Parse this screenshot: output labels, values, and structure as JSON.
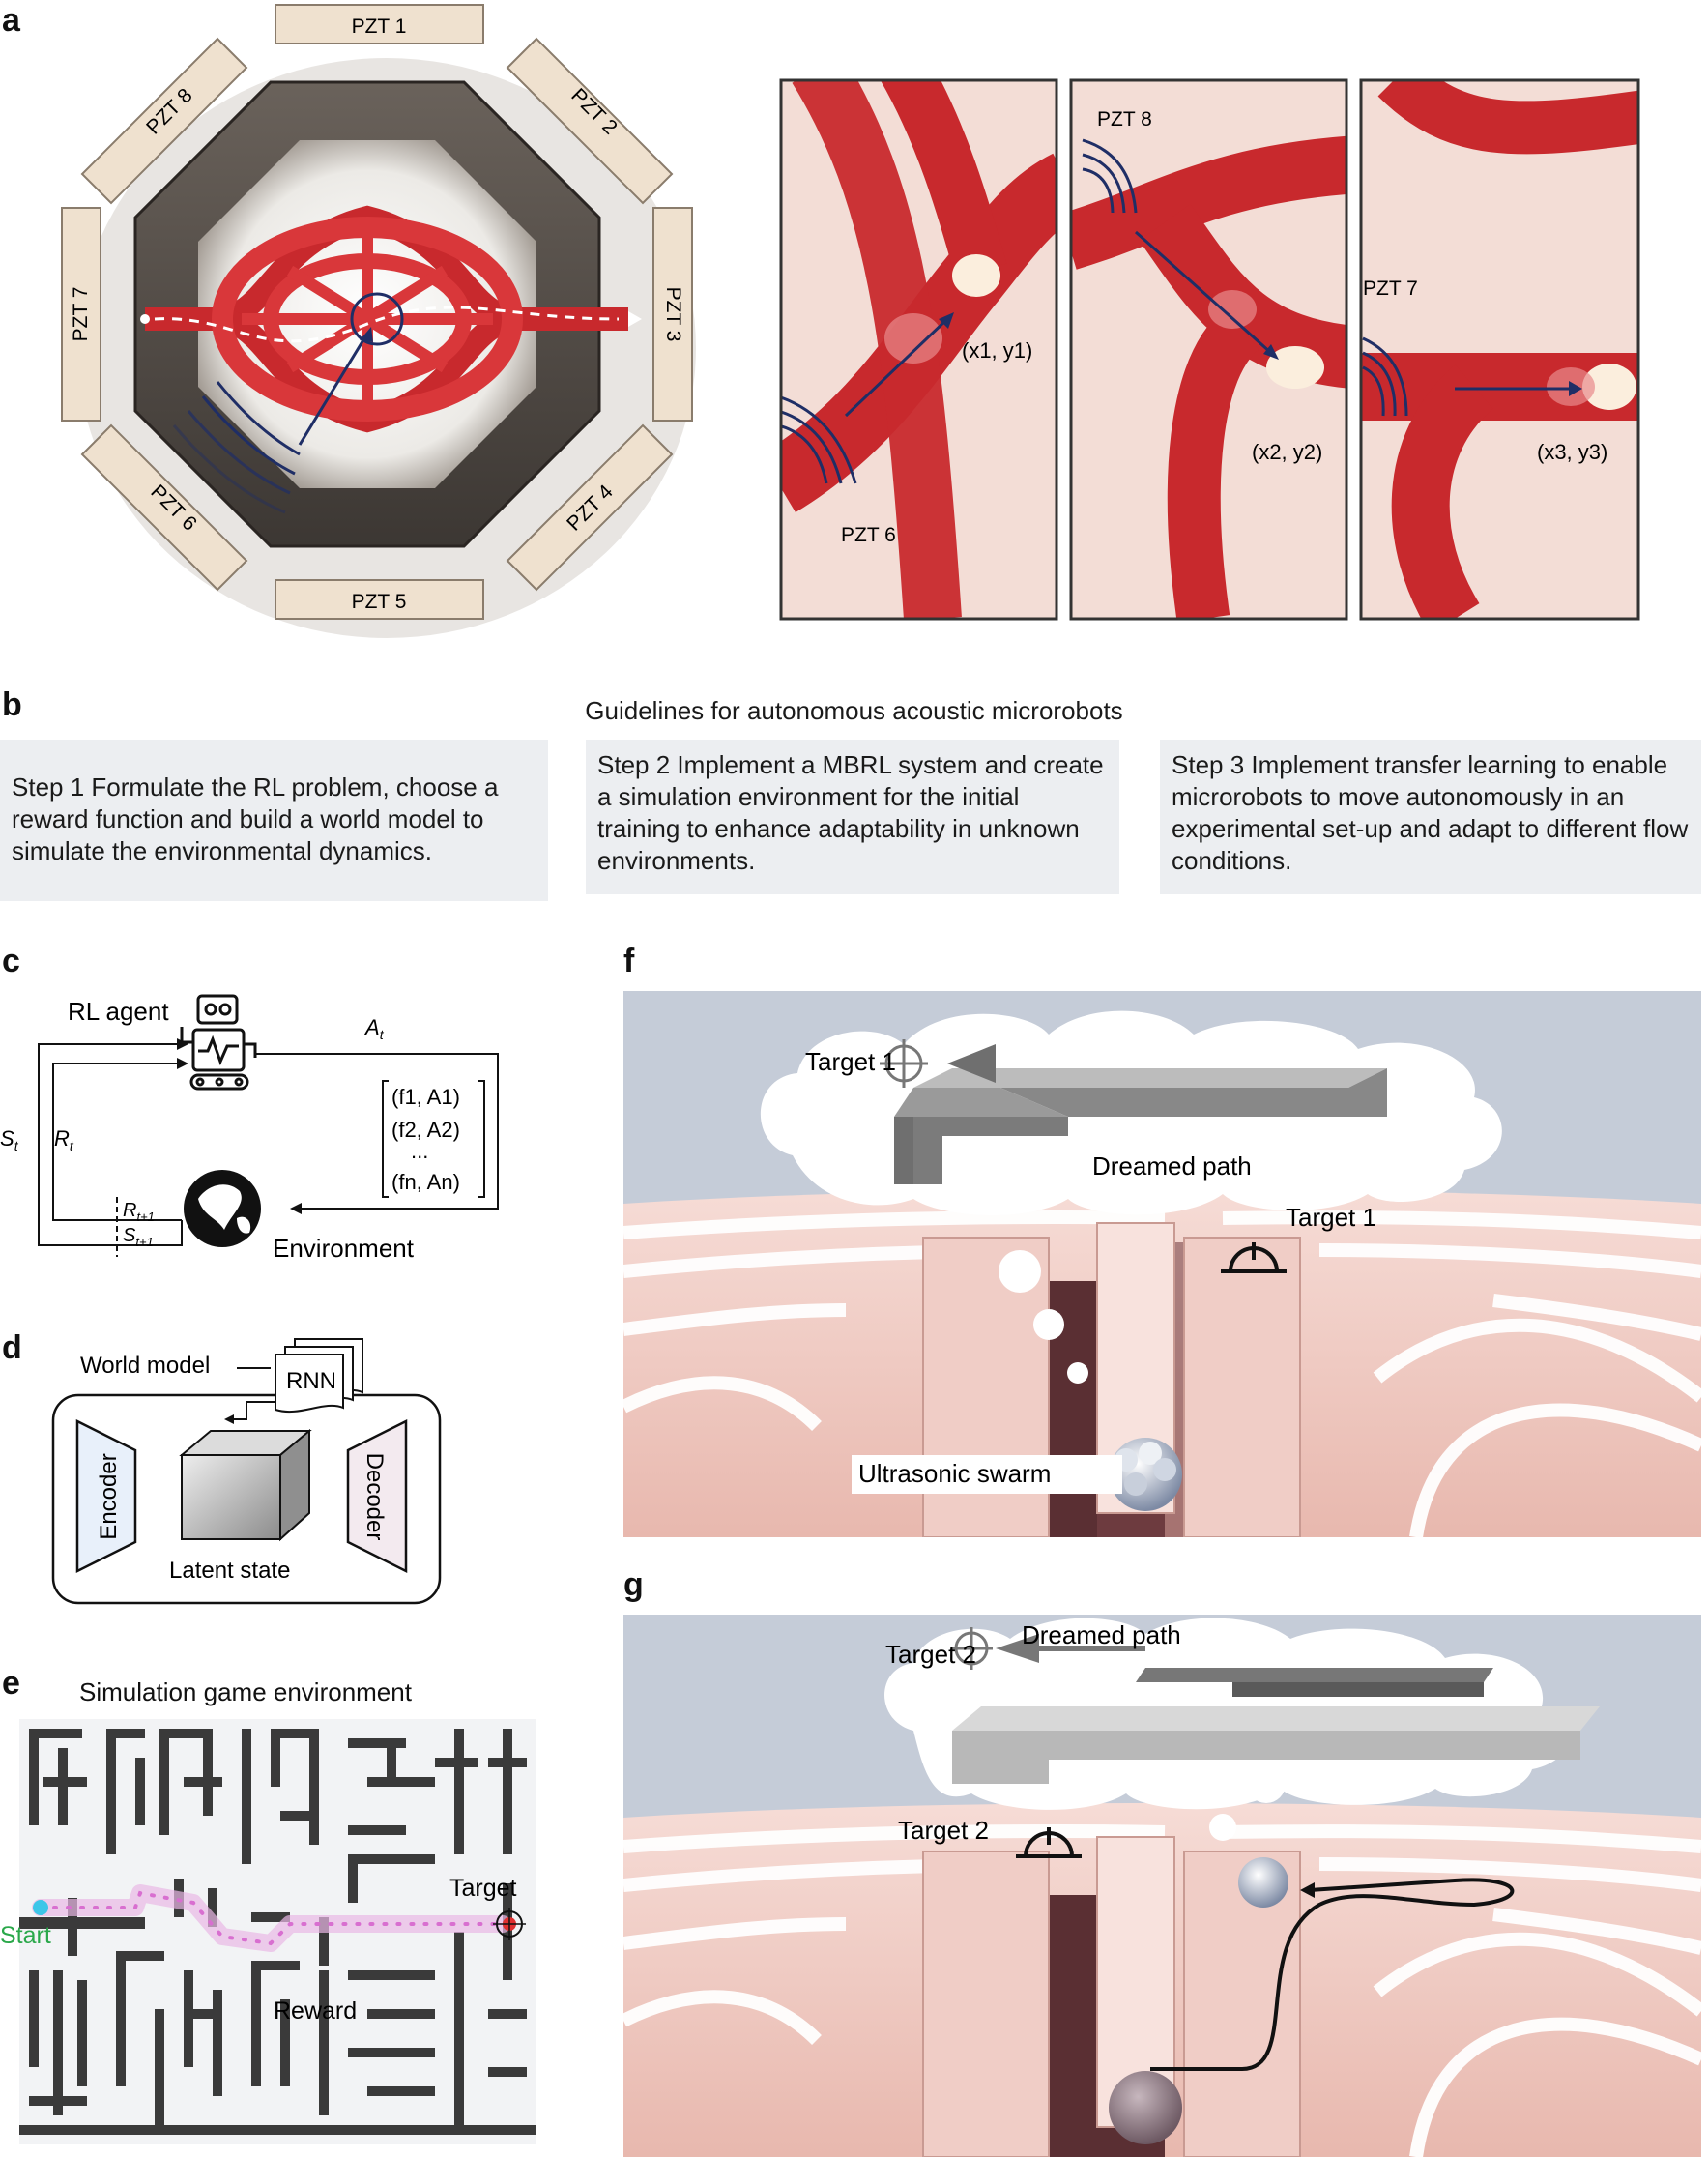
{
  "panels": {
    "a": "a",
    "b": "b",
    "c": "c",
    "d": "d",
    "e": "e",
    "f": "f",
    "g": "g"
  },
  "panel_a": {
    "pzt_labels": [
      "PZT 1",
      "PZT 2",
      "PZT 3",
      "PZT 4",
      "PZT 5",
      "PZT 6",
      "PZT 7",
      "PZT 8"
    ],
    "inset1_pzt": "PZT 6",
    "inset2_pzt": "PZT 8",
    "inset3_pzt": "PZT 7",
    "coord1": "(x1, y1)",
    "coord2": "(x2, y2)",
    "coord3": "(x3, y3)"
  },
  "panel_b": {
    "title": "Guidelines for autonomous acoustic microrobots",
    "steps": [
      "Step 1 Formulate the RL problem, choose a reward function and build a world model to simulate the environmental dynamics.",
      "Step 2 Implement a MBRL system and create a simulation environment for the initial  training to enhance adaptability in unknown environments.",
      "Step 3 Implement transfer learning to enable microrobots to move autonomously in an experimental set-up and adapt to different flow conditions."
    ]
  },
  "panel_c": {
    "agent": "RL agent",
    "environment": "Environment",
    "action": "A",
    "action_sub": "t",
    "state": "S",
    "state_sub": "t",
    "reward": "R",
    "reward_sub": "t",
    "next_reward": "R",
    "next_reward_sub": "t+1",
    "next_state": "S",
    "next_state_sub": "t+1",
    "matrix": [
      "(f1, A1)",
      "(f2, A2)",
      "...",
      "(fn, An)"
    ]
  },
  "panel_d": {
    "world_model": "World model",
    "rnn": "RNN",
    "encoder": "Encoder",
    "decoder": "Decoder",
    "latent": "Latent state"
  },
  "panel_e": {
    "title": "Simulation game environment",
    "start": "Start",
    "target": "Target",
    "reward": "Reward"
  },
  "panel_f": {
    "target_cloud": "Target 1",
    "dreamed": "Dreamed path",
    "target_maze": "Target 1",
    "swarm": "Ultrasonic swarm"
  },
  "panel_g": {
    "dreamed": "Dreamed path",
    "target_cloud": "Target 2",
    "target_maze": "Target 2"
  },
  "colors": {
    "vessel_red": "#d9373a",
    "tissue_pink": "#f3ddd6",
    "sky_blue": "#c5ccd8",
    "maze_wall": "#f2cfc9",
    "dark_wall": "#2e2e2e",
    "path_pink": "#d86fd0",
    "start_cyan": "#3cc6e8",
    "start_green": "#2aa84a",
    "arrow_navy": "#1f2e66"
  }
}
